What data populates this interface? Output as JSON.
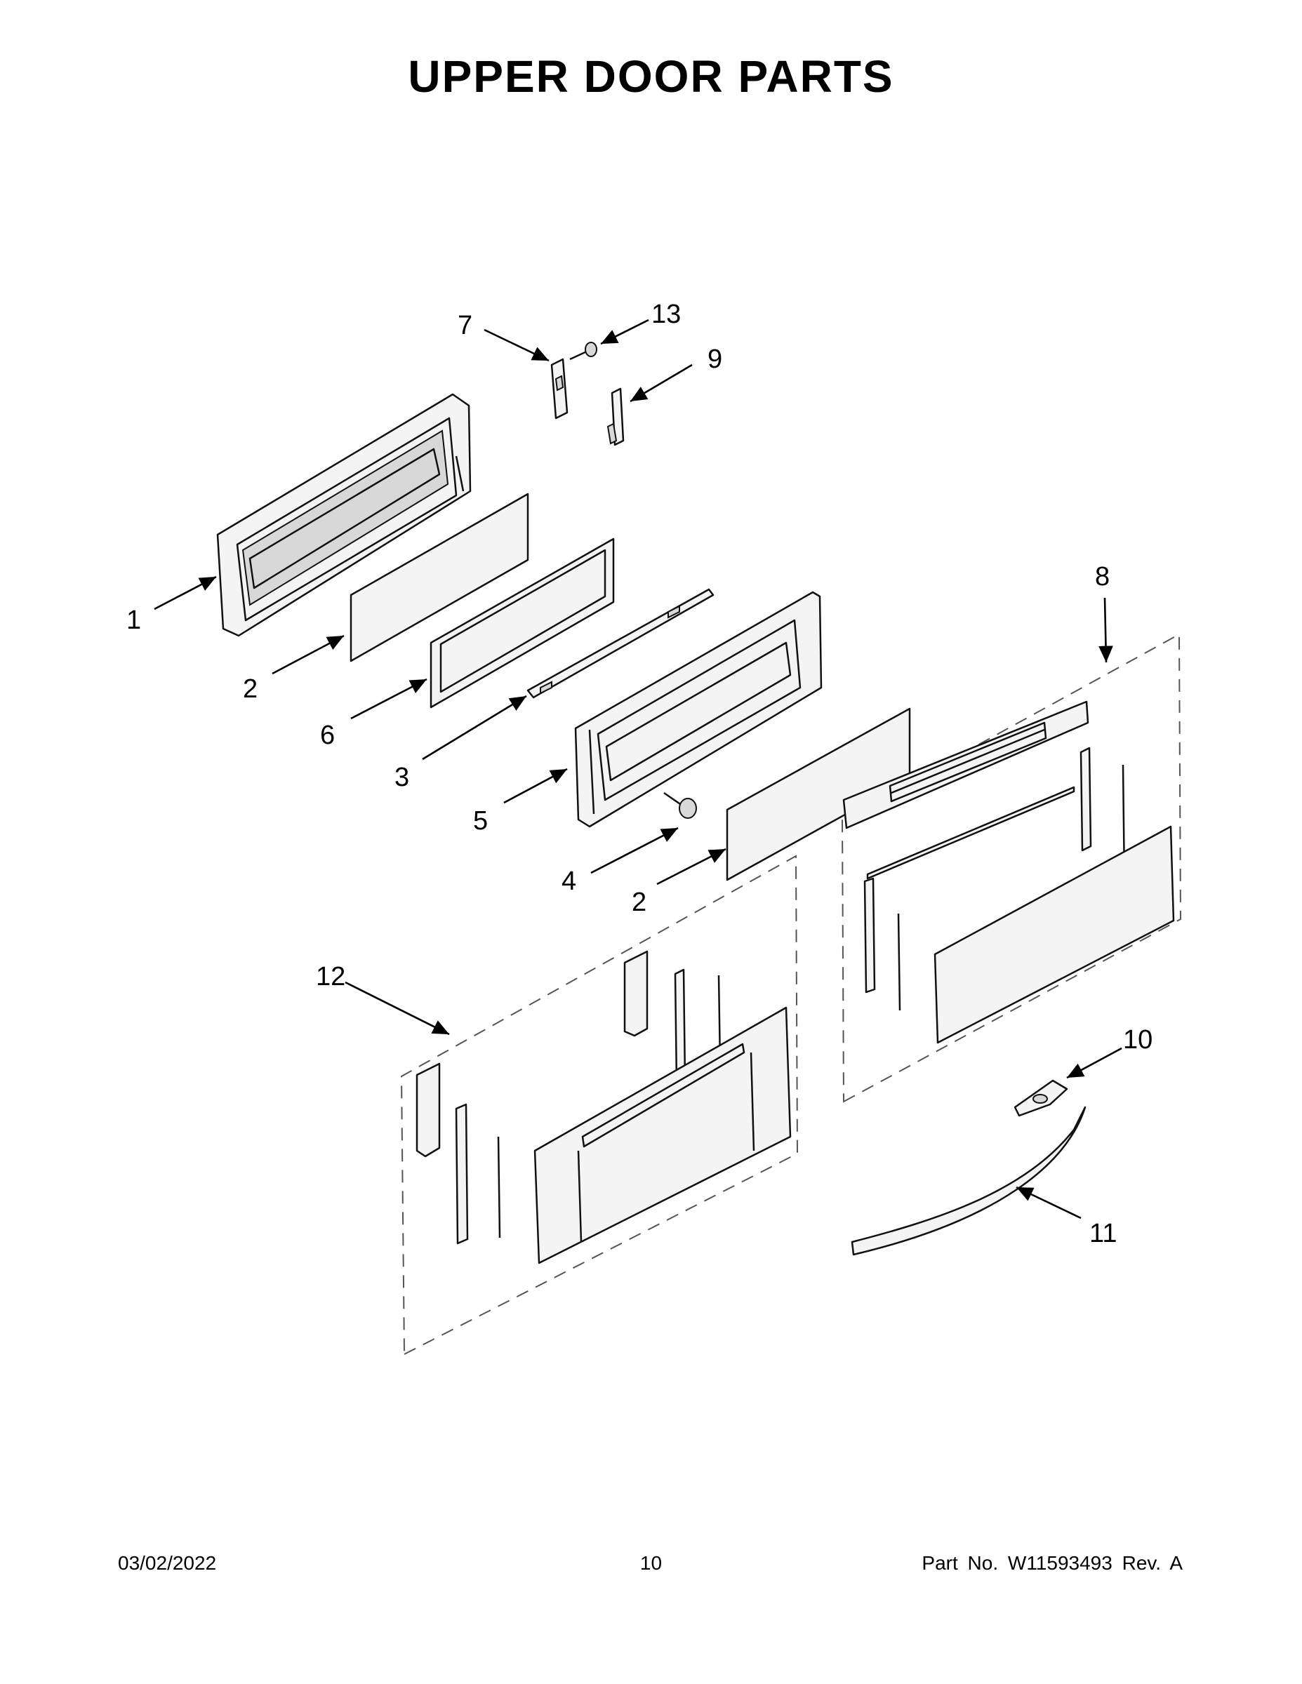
{
  "title": "UPPER DOOR PARTS",
  "callouts": {
    "c1": "1",
    "c2a": "2",
    "c2b": "2",
    "c3": "3",
    "c4": "4",
    "c5": "5",
    "c6": "6",
    "c7": "7",
    "c8": "8",
    "c9": "9",
    "c10": "10",
    "c11": "11",
    "c12": "12",
    "c13": "13"
  },
  "footer": {
    "date": "03/02/2022",
    "page": "10",
    "part_no": "Part No.  W11593493  Rev.  A"
  }
}
